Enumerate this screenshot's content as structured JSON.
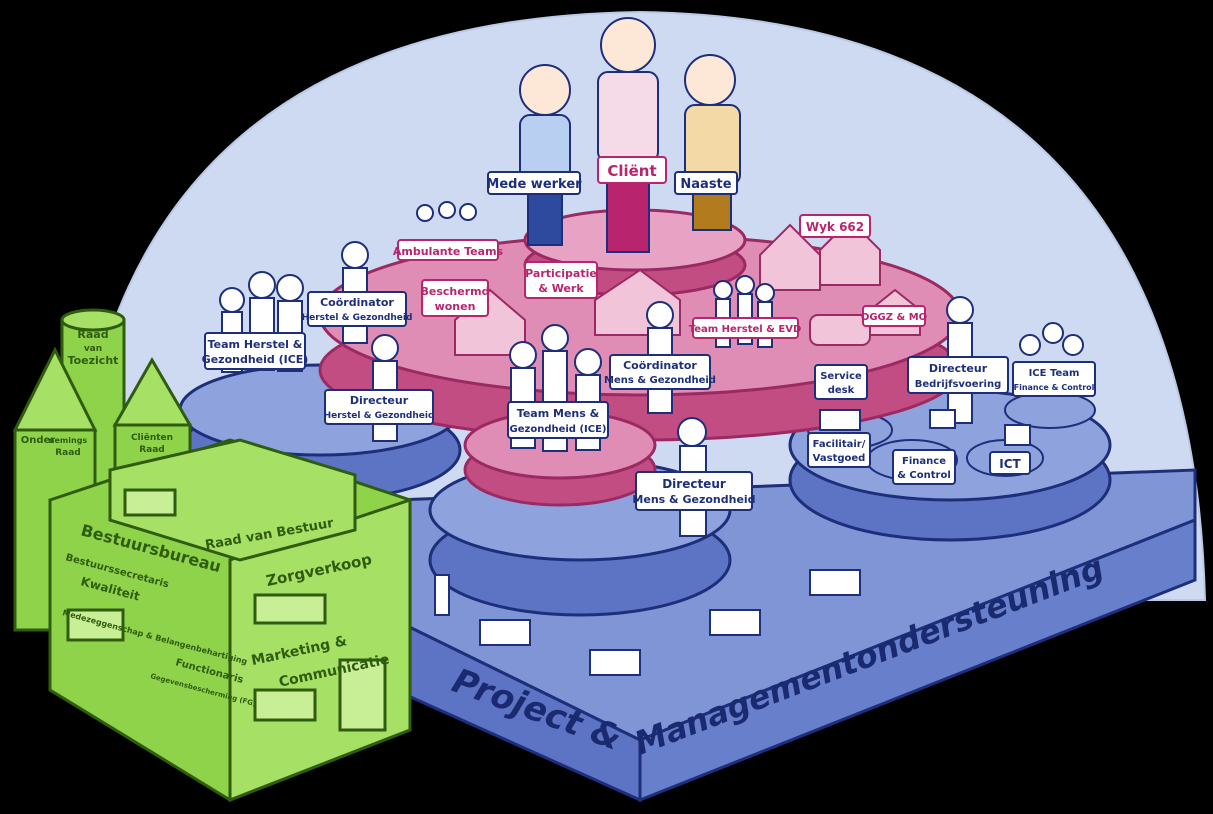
{
  "top": {
    "medewerker": "Mede  werker",
    "client": "Cliënt",
    "naaste": "Naaste"
  },
  "pink_layer": {
    "ambulante_teams": "Ambulante Teams",
    "wyk": "Wyk 662",
    "participatie": [
      "Participatie",
      "& Werk"
    ],
    "beschermd": [
      "Beschermd",
      "wonen"
    ],
    "team_herstel_evd": "Team Herstel & EVD",
    "oggz": "OGGZ & MO"
  },
  "blue_left": {
    "coordinator_hg": [
      "Coördinator",
      "Herstel & Gezondheid"
    ],
    "team_hg": [
      "Team Herstel &",
      "Gezondheid (ICE)"
    ],
    "directeur_hg": [
      "Directeur",
      "Herstel & Gezondheid"
    ]
  },
  "blue_center": {
    "coordinator_mg": [
      "Coördinator",
      "Mens & Gezondheid"
    ],
    "team_mg": [
      "Team Mens &",
      "Gezondheid (ICE)"
    ],
    "directeur_mg": [
      "Directeur",
      "Mens & Gezondheid"
    ]
  },
  "blue_right": {
    "service_desk": [
      "Service",
      "desk"
    ],
    "directeur_bv": [
      "Directeur",
      "Bedrijfsvoering"
    ],
    "ice_fc": [
      "ICE Team",
      "Finance & Control"
    ],
    "facilitair": [
      "Facilitair/",
      "Vastgoed"
    ],
    "finance": [
      "Finance",
      "& Control"
    ],
    "ict": "ICT"
  },
  "base": {
    "line1": "Project &",
    "line2": "Managementondersteuning"
  },
  "green": {
    "raad_toezicht": [
      "Raad",
      "van",
      "Toezicht"
    ],
    "onder_raad": [
      "Onder",
      "nemings",
      "Raad"
    ],
    "clienten_raad": [
      "Cliënten",
      "Raad"
    ],
    "raad_bestuur": "Raad van Bestuur",
    "bestuursbureau": "Bestuursbureau",
    "items": [
      "Bestuurssecretaris",
      "Kwaliteit",
      "Medezeggenschap & Belangenbehartiging"
    ],
    "zorgverkoop": "Zorgverkoop",
    "marketing": [
      "Marketing &",
      "Communicatie"
    ],
    "functionaris": [
      "Functionaris",
      "Gegevensbescherming (FG)"
    ]
  },
  "colors": {
    "background": "#000000",
    "dome": "#cddaf1",
    "blue_platform": "#7f95d6",
    "pink_platform": "#d6719f",
    "green_building": "#8fd34a",
    "outline": "#1d2f7a"
  }
}
